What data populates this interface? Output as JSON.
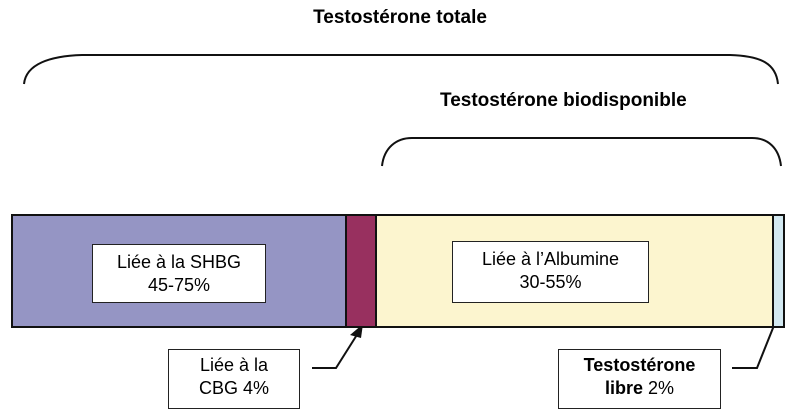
{
  "titles": {
    "total": "Testostérone totale",
    "bioavailable": "Testostérone biodisponible"
  },
  "segments": [
    {
      "id": "shbg",
      "line1": "Liée à la SHBG",
      "line2": "45-75%",
      "color": "#9595c4"
    },
    {
      "id": "cbg",
      "color": "#98305f"
    },
    {
      "id": "albumin",
      "line1": "Liée à l’Albumine",
      "line2": "30-55%",
      "color": "#fcf5cf"
    },
    {
      "id": "free",
      "color": "#d3e9f1"
    }
  ],
  "callouts": {
    "cbg": {
      "line1": "Liée à la",
      "line2": "CBG 4%"
    },
    "free": {
      "line1": "Testostérone",
      "line2_bold": "libre",
      "line2_rest": " 2%"
    }
  }
}
